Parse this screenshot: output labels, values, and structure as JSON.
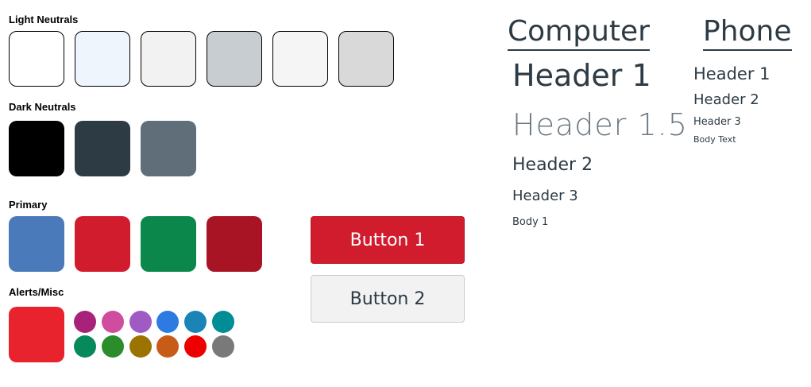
{
  "sections": {
    "light": {
      "label": "Light Neutrals",
      "swatches": [
        "#ffffff",
        "#eef5fd",
        "#f2f2f2",
        "#c7cdd1",
        "#f5f5f5",
        "#d9d9d9"
      ]
    },
    "dark": {
      "label": "Dark Neutrals",
      "swatches": [
        "#000000",
        "#2d3b45",
        "#5f6e78"
      ]
    },
    "primary": {
      "label": "Primary",
      "swatches": [
        "#4a7ab9",
        "#d11c2e",
        "#0b874b",
        "#a81423"
      ]
    },
    "alerts": {
      "label": "Alerts/Misc",
      "main": "#e8232d",
      "dots_row1": [
        "#a8227a",
        "#d04c9f",
        "#a05ac4",
        "#2d7ae2",
        "#1b84b7",
        "#008d95"
      ],
      "dots_row2": [
        "#068a5b",
        "#2a8c2a",
        "#9b7300",
        "#c75c18",
        "#ee0000",
        "#797979"
      ]
    }
  },
  "buttons": {
    "button1": {
      "label": "Button 1",
      "bg": "#d11c2e"
    },
    "button2": {
      "label": "Button 2",
      "bg": "#f2f2f2"
    }
  },
  "typography": {
    "computer": {
      "title": "Computer",
      "h1": "Header 1",
      "h15": "Header 1.5",
      "h2": "Header 2",
      "h3": "Header 3",
      "body": "Body 1"
    },
    "phone": {
      "title": "Phone",
      "h1": "Header 1",
      "h2": "Header 2",
      "h3": "Header 3",
      "body": "Body Text"
    }
  }
}
